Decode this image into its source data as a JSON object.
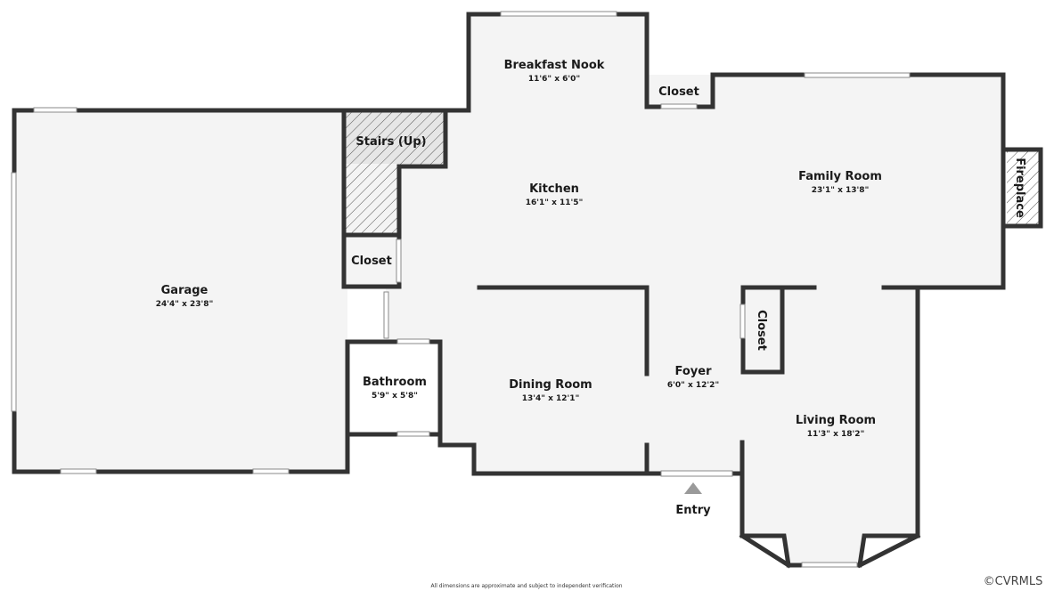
{
  "rooms": {
    "breakfast_nook": {
      "name": "Breakfast Nook",
      "dim": "11'6\" x 6'0\""
    },
    "closet_top": {
      "name": "Closet"
    },
    "stairs": {
      "name": "Stairs (Up)"
    },
    "kitchen": {
      "name": "Kitchen",
      "dim": "16'1\" x 11'5\""
    },
    "family_room": {
      "name": "Family Room",
      "dim": "23'1\" x 13'8\""
    },
    "fireplace": {
      "name": "Fireplace"
    },
    "closet_left": {
      "name": "Closet"
    },
    "garage": {
      "name": "Garage",
      "dim": "24'4\" x 23'8\""
    },
    "closet_foyer": {
      "name": "Closet"
    },
    "foyer": {
      "name": "Foyer",
      "dim": "6'0\" x 12'2\""
    },
    "bathroom": {
      "name": "Bathroom",
      "dim": "5'9\" x 5'8\""
    },
    "dining_room": {
      "name": "Dining Room",
      "dim": "13'4\" x 12'1\""
    },
    "living_room": {
      "name": "Living Room",
      "dim": "11'3\" x 18'2\""
    }
  },
  "entry_label": "Entry",
  "footnote": "All dimensions are approximate and subject to independent verification",
  "copyright": "©CVRMLS",
  "colors": {
    "wall": "#333333",
    "floor": "#f4f4f4",
    "entry_arrow": "#9a9a9a"
  }
}
